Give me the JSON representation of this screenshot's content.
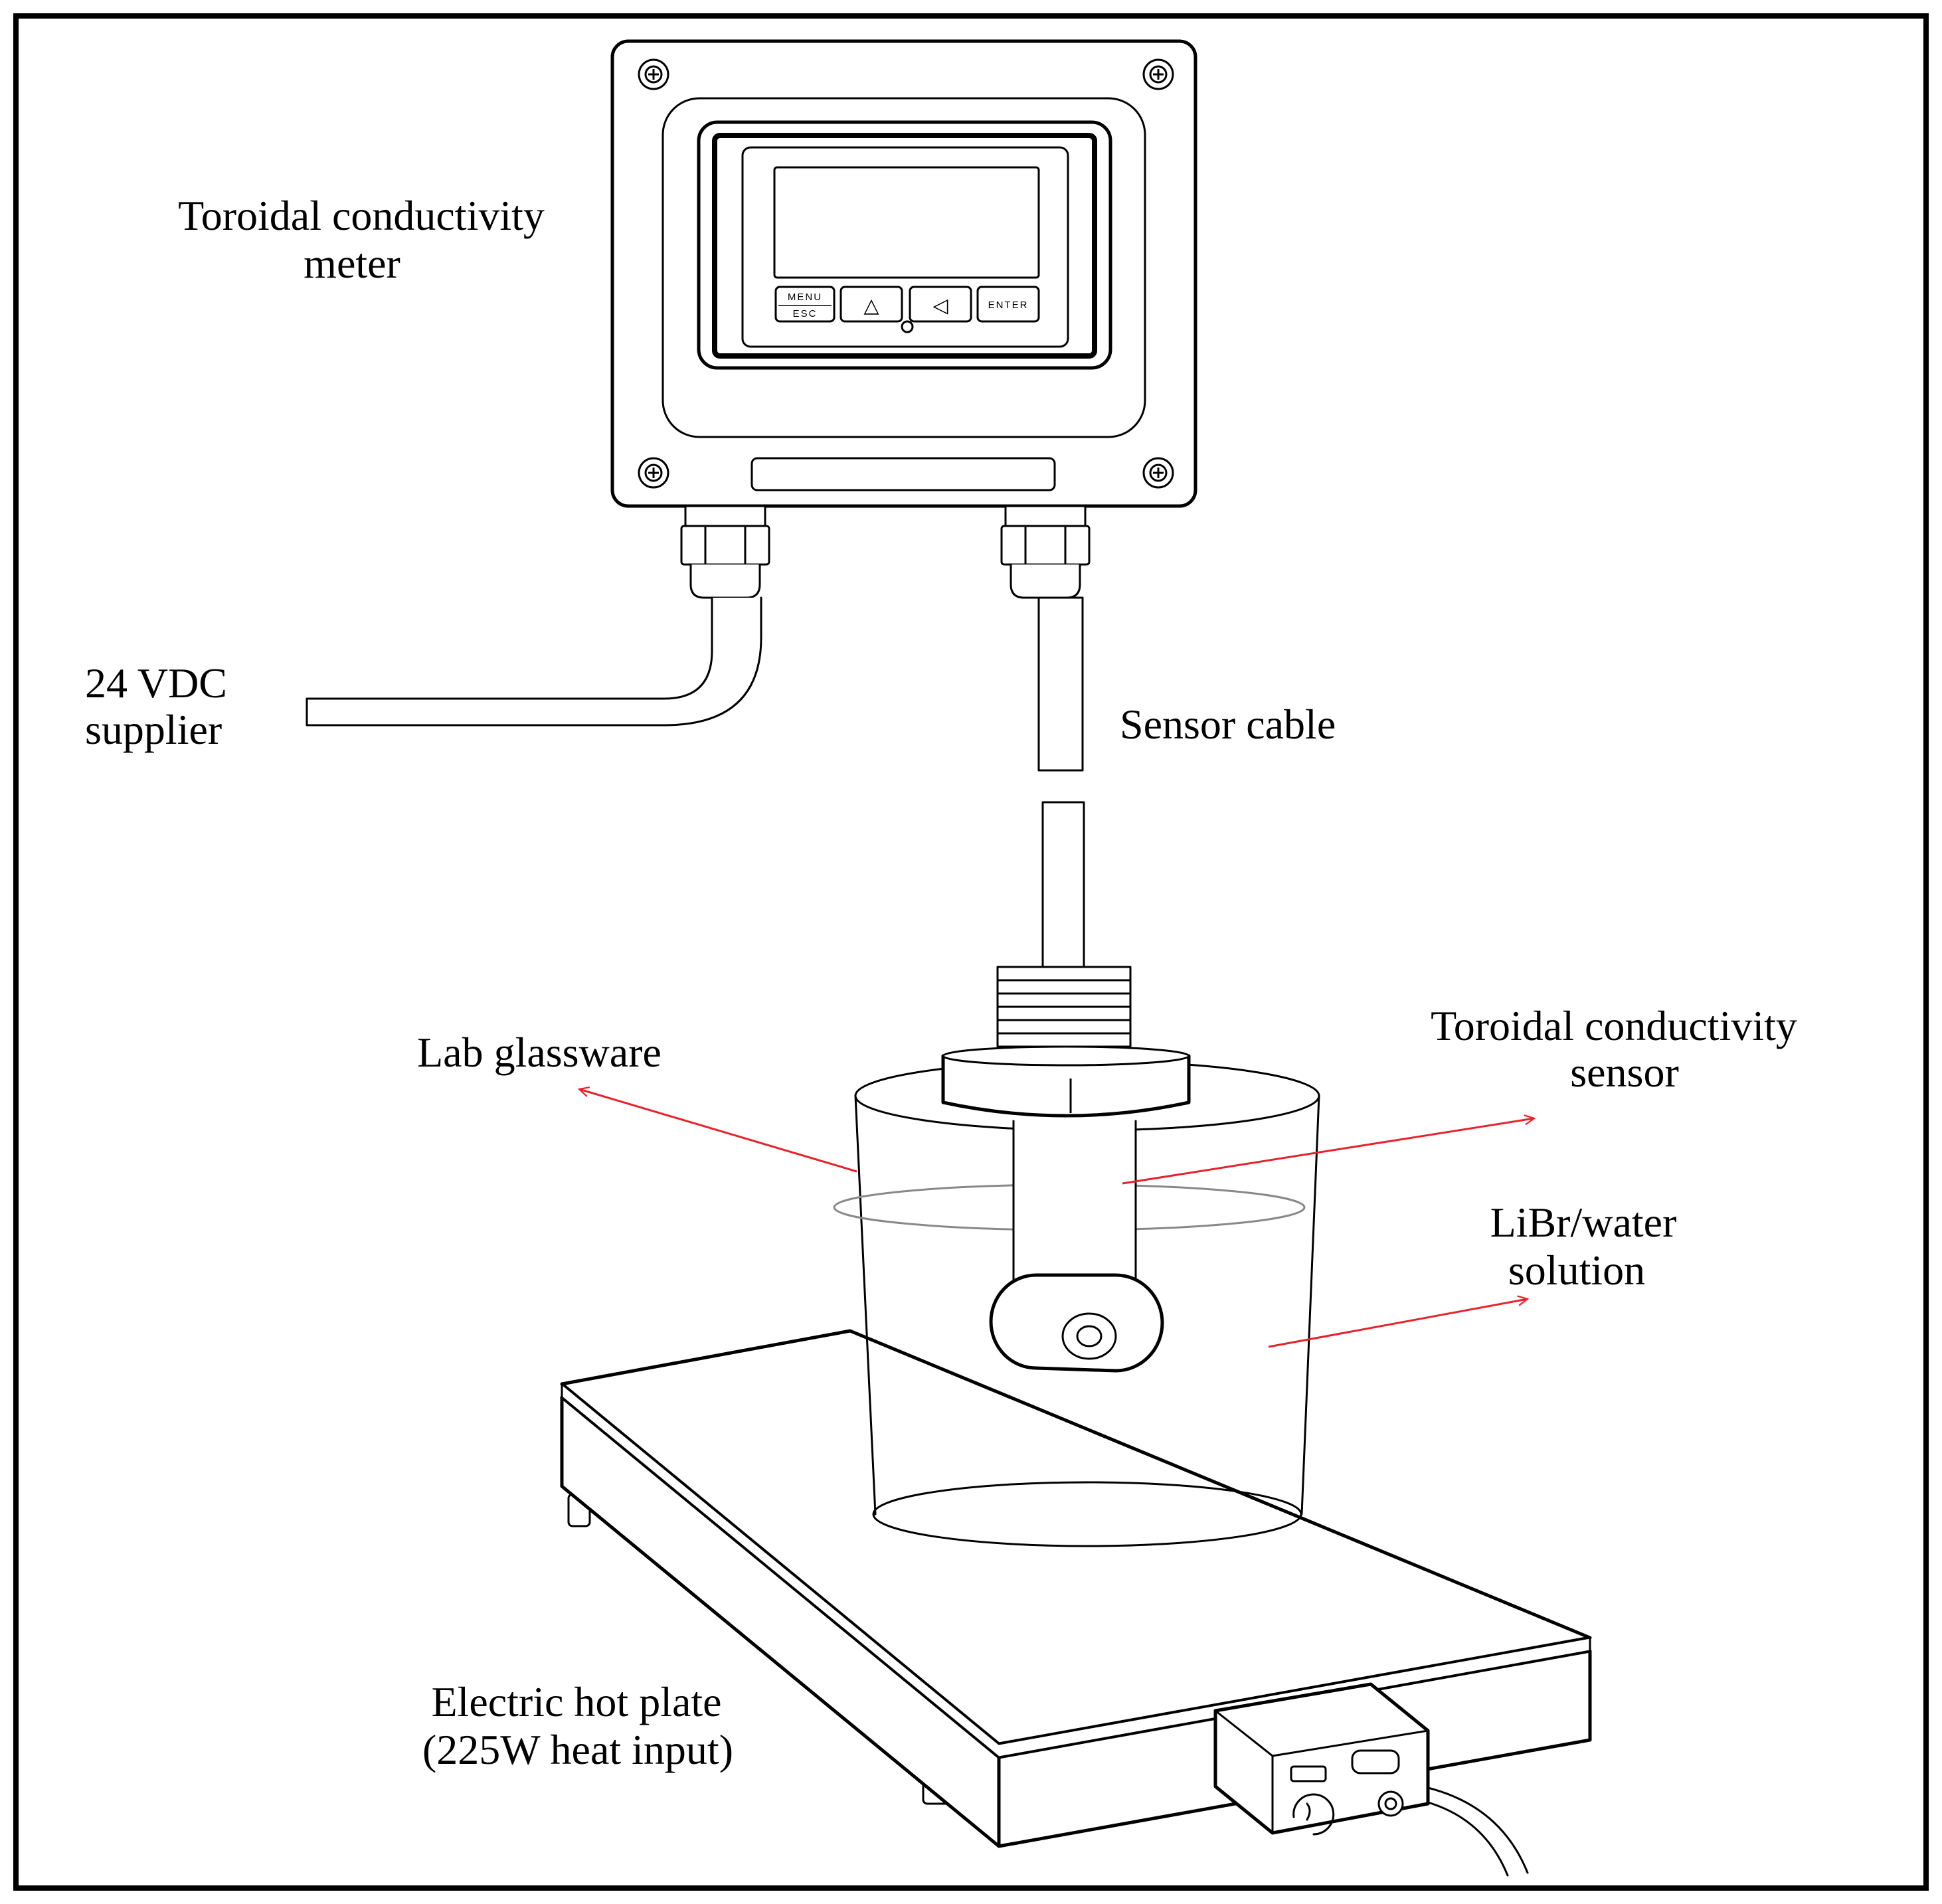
{
  "labels": {
    "meter_line1": "Toroidal conductivity",
    "meter_line2": "meter",
    "supply_line1": "24 VDC",
    "supply_line2": "supplier",
    "sensor_cable": "Sensor cable",
    "glassware": "Lab glassware",
    "sensor_line1": "Toroidal conductivity",
    "sensor_line2": "sensor",
    "solution_line1": "LiBr/water",
    "solution_line2": "solution",
    "hotplate_line1": "Electric hot plate",
    "hotplate_line2": "(225W heat input)"
  },
  "keypad": {
    "menu": "MENU",
    "esc": "ESC",
    "up": "△",
    "left": "◁",
    "enter": "ENTER"
  },
  "colors": {
    "outline": "#000000",
    "arrow": "#e8212a",
    "background": "#ffffff"
  }
}
